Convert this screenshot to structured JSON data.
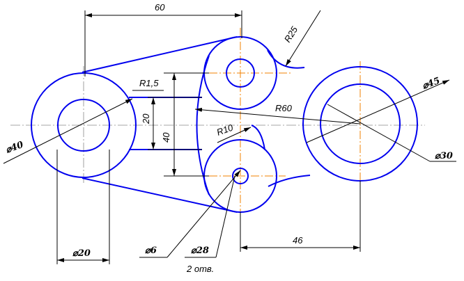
{
  "dimensions": {
    "d60": "60",
    "r25": "R25",
    "r15": "R1,5",
    "d20": "20",
    "d40": "40",
    "r60": "R60",
    "r10": "R10",
    "d46": "46",
    "holes_note": "2 отв."
  },
  "diameters": {
    "left_outer": "⌀40",
    "left_inner": "⌀20",
    "hole": "⌀6",
    "hole_boss": "⌀28",
    "right_outer": "⌀45",
    "right_inner": "⌀30"
  },
  "colors": {
    "part": "#0000ee",
    "centerline": "#f08000",
    "dimension": "#000000"
  }
}
